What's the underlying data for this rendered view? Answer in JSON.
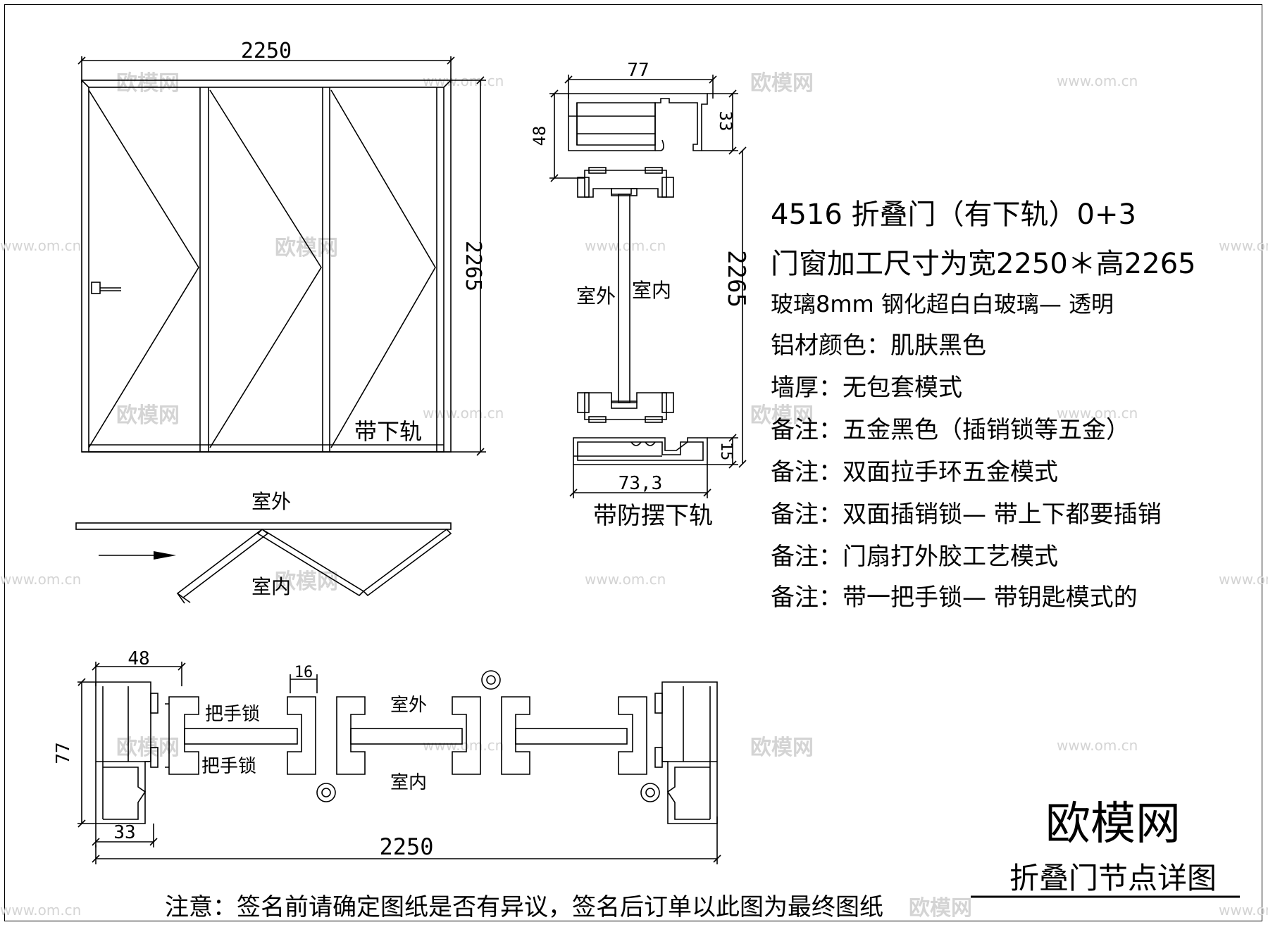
{
  "elevation": {
    "width_dim": "2250",
    "height_dim": "2265",
    "track_note": "带下轨"
  },
  "folding_plan": {
    "outside": "室外",
    "inside": "室内"
  },
  "profile_section": {
    "top_width": "77",
    "top_left_height": "48",
    "top_right_height": "33",
    "overall_height": "2265",
    "outside": "室外",
    "inside": "室内",
    "bottom_rail_height": "15",
    "bottom_rail_width": "73,3",
    "caption": "带防摆下轨"
  },
  "spec": {
    "title": "4516 折叠门（有下轨）0+3",
    "lines": [
      "门窗加工尺寸为宽2250＊高2265",
      "玻璃8mm 钢化超白白玻璃— 透明",
      "铝材颜色：肌肤黑色",
      "墙厚：无包套模式",
      "备注：五金黑色（插销锁等五金）",
      "备注：双面拉手环五金模式",
      "备注：双面插销锁— 带上下都要插销",
      "备注：门扇打外胶工艺模式",
      "备注：带一把手锁— 带钥匙模式的"
    ]
  },
  "plan_section": {
    "dim_48": "48",
    "dim_16": "16",
    "dim_77": "77",
    "dim_33": "33",
    "dim_2250": "2250",
    "lock_label_1": "把手锁",
    "lock_label_2": "把手锁",
    "outside": "室外",
    "inside": "室内"
  },
  "footer": {
    "note": "注意：签名前请确定图纸是否有异议，签名后订单以此图为最终图纸",
    "brand": "欧模网",
    "drawing_title": "折叠门节点详图"
  },
  "watermark": {
    "logo": "欧模网",
    "url": "www.om.cn"
  }
}
